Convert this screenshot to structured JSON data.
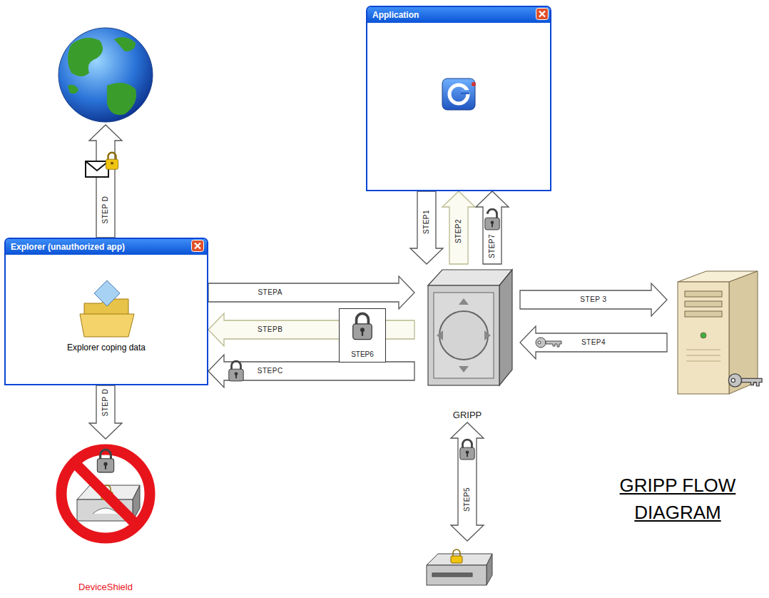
{
  "diagram": {
    "title": "GRIPP FLOW DIAGRAM",
    "nodes": [
      {
        "text": [
          "Application"
        ]
      },
      {
        "text": []
      },
      {
        "text": [
          "Explorer (unauthorized app)",
          "Explorer coping data"
        ]
      },
      {
        "text": [
          "STEP6"
        ]
      },
      {
        "text": [
          "GRIPP"
        ]
      },
      {
        "text": []
      },
      {
        "text": []
      },
      {
        "text": [
          "DeviceShield"
        ]
      }
    ],
    "edges": [
      {
        "from": 0,
        "to": 4,
        "arrow": "to",
        "label": "STEP1"
      },
      {
        "from": 4,
        "to": 0,
        "arrow": "to",
        "label": "STEP2"
      },
      {
        "from": 4,
        "to": 0,
        "arrow": "to",
        "label": "STEP7"
      },
      {
        "from": 2,
        "to": 4,
        "arrow": "to",
        "label": "STEPA"
      },
      {
        "from": 4,
        "to": 2,
        "arrow": "to",
        "label": "STEPB"
      },
      {
        "from": 4,
        "to": 2,
        "arrow": "to",
        "label": "STEPC"
      },
      {
        "from": 4,
        "to": 5,
        "arrow": "to",
        "label": "STEP 3"
      },
      {
        "from": 5,
        "to": 4,
        "arrow": "to",
        "label": "STEP4"
      },
      {
        "from": 6,
        "to": 4,
        "arrow": "both",
        "label": "STEP5"
      },
      {
        "from": 2,
        "to": 1,
        "arrow": "to",
        "label": "STEP D"
      },
      {
        "from": 2,
        "to": 7,
        "arrow": "to",
        "label": "STEP D"
      }
    ]
  }
}
